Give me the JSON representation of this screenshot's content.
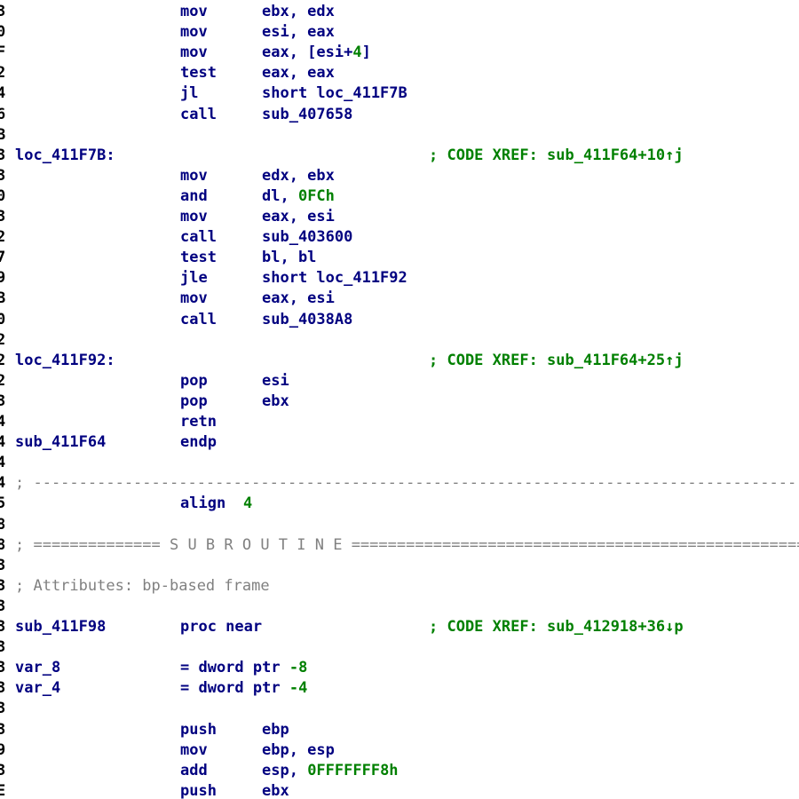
{
  "lines": [
    {
      "addr": "3",
      "mnemonic": "mov",
      "operands": "ebx, edx"
    },
    {
      "addr": "0",
      "mnemonic": "mov",
      "operands": "esi, eax"
    },
    {
      "addr": "F",
      "mnemonic": "mov",
      "operands": "eax, [esi+",
      "operand_num": "4",
      "operand_tail": "]"
    },
    {
      "addr": "2",
      "mnemonic": "test",
      "operands": "eax, eax"
    },
    {
      "addr": "4",
      "mnemonic": "jl",
      "operands": "short loc_411F7B"
    },
    {
      "addr": "6",
      "mnemonic": "call",
      "operands": "sub_407658"
    },
    {
      "addr": "B",
      "blank": true
    },
    {
      "addr": "3",
      "label": "loc_411F7B:",
      "xref": "; CODE XREF: sub_411F64+10↑j"
    },
    {
      "addr": "3",
      "mnemonic": "mov",
      "operands": "edx, ebx"
    },
    {
      "addr": "0",
      "mnemonic": "and",
      "operands": "dl, ",
      "operand_num": "0FCh"
    },
    {
      "addr": "3",
      "mnemonic": "mov",
      "operands": "eax, esi"
    },
    {
      "addr": "2",
      "mnemonic": "call",
      "operands": "sub_403600"
    },
    {
      "addr": "7",
      "mnemonic": "test",
      "operands": "bl, bl"
    },
    {
      "addr": "9",
      "mnemonic": "jle",
      "operands": "short loc_411F92"
    },
    {
      "addr": "B",
      "mnemonic": "mov",
      "operands": "eax, esi"
    },
    {
      "addr": "0",
      "mnemonic": "call",
      "operands": "sub_4038A8"
    },
    {
      "addr": "2",
      "blank": true
    },
    {
      "addr": "2",
      "label": "loc_411F92:",
      "xref": "; CODE XREF: sub_411F64+25↑j"
    },
    {
      "addr": "2",
      "mnemonic": "pop",
      "operands": "esi"
    },
    {
      "addr": "3",
      "mnemonic": "pop",
      "operands": "ebx"
    },
    {
      "addr": "4",
      "mnemonic": "retn"
    },
    {
      "addr": "4",
      "label": "sub_411F64",
      "mnemonic": "endp"
    },
    {
      "addr": "4",
      "blank": true
    },
    {
      "addr": "4",
      "comment": "; ------------------------------------------------------------------------------------------------"
    },
    {
      "addr": "5",
      "mnemonic": "align",
      "operand_num": "4"
    },
    {
      "addr": "8",
      "blank": true
    },
    {
      "addr": "8",
      "comment": "; ============== S U B R O U T I N E ======================================================"
    },
    {
      "addr": "3",
      "blank": true
    },
    {
      "addr": "3",
      "comment": "; Attributes: bp-based frame"
    },
    {
      "addr": "3",
      "blank": true
    },
    {
      "addr": "3",
      "label": "sub_411F98",
      "mnemonic": "proc near",
      "xref": "; CODE XREF: sub_412918+36↓p"
    },
    {
      "addr": "3",
      "blank": true
    },
    {
      "addr": "3",
      "label": "var_8",
      "inline": "= dword ptr ",
      "inline_num": "-8"
    },
    {
      "addr": "3",
      "label": "var_4",
      "inline": "= dword ptr ",
      "inline_num": "-4"
    },
    {
      "addr": "3",
      "blank": true
    },
    {
      "addr": "3",
      "mnemonic": "push",
      "operands": "ebp"
    },
    {
      "addr": "9",
      "mnemonic": "mov",
      "operands": "ebp, esp"
    },
    {
      "addr": "3",
      "mnemonic": "add",
      "operands": "esp, ",
      "operand_num": "0FFFFFFF8h"
    },
    {
      "addr": "E",
      "mnemonic": "push",
      "operands": "ebx"
    }
  ]
}
